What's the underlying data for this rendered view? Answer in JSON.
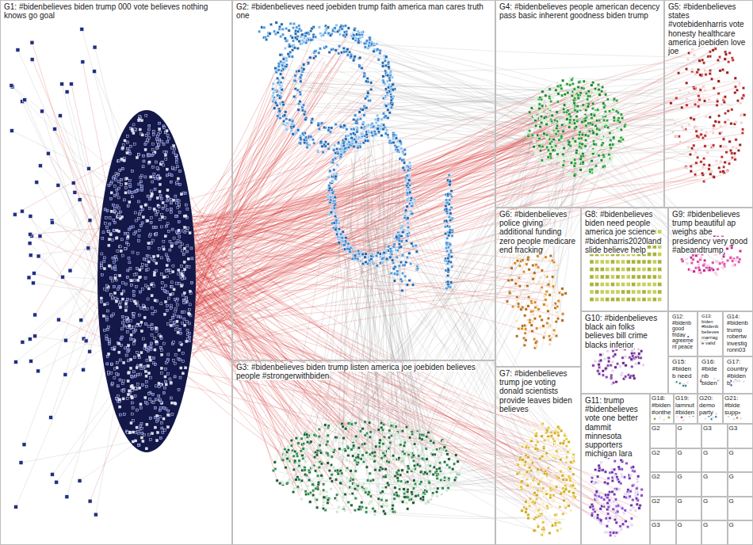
{
  "diagram": {
    "nodes": [
      {
        "text": [
          "G1: #bidenbelieves biden trump 000 vote believes nothing knows go goal"
        ]
      },
      {
        "text": [
          "G2: #bidenbelieves need joebiden trump faith america man cares truth one"
        ]
      },
      {
        "text": [
          "G4: #bidenbelieves people american decency pass basic inherent goodness biden trump"
        ]
      },
      {
        "text": [
          "G5: #bidenbelieves states #votebidenharris vote honesty healthcare america joebiden love joe"
        ]
      },
      {
        "text": [
          "G6: #bidenbelieves police giving additional funding zero people medicare end fracking"
        ]
      },
      {
        "text": [
          "G8: #bidenbelieves biden need people america joe science #bidenharris2020landslide believe help"
        ]
      },
      {
        "text": [
          "G9: #bidenbelieves trump beautiful ap weighs abe presidency very good #abeandtrump"
        ]
      },
      {
        "text": [
          "G10: #bidenbelieves black ain folks believes bill crime blacks inferior"
        ]
      },
      {
        "text": [
          "G12: #bidenb good friday agreement peace"
        ]
      },
      {
        "text": [
          "G13: biden #bidenb believes marriage valid"
        ]
      },
      {
        "text": [
          "G14: #bidenb trump robertw investig ronn03"
        ]
      },
      {
        "text": [
          "G15: #bidenb need"
        ]
      },
      {
        "text": [
          "G16: #bidenb biden"
        ]
      },
      {
        "text": [
          "G17: country #bidenb"
        ]
      },
      {
        "text": [
          "G3: #bidenbelieves biden trump listen america joe joebiden believes people #strongerwithbiden"
        ]
      },
      {
        "text": [
          "G7: #bidenbelieves trump joe voting donald scientists provide leaves biden believes"
        ]
      },
      {
        "text": [
          "G11: trump #bidenbelieves vote one better dammit minnesota supporters michigan lara"
        ]
      },
      {
        "text": [
          "G18: #biden #onthe"
        ]
      },
      {
        "text": [
          "G19: lamnut #biden"
        ]
      },
      {
        "text": [
          "G20: demo party"
        ]
      },
      {
        "text": [
          "G21: #bide supp"
        ]
      },
      {
        "text": [
          "G2"
        ]
      },
      {
        "text": [
          "G"
        ]
      },
      {
        "text": [
          "G3"
        ]
      },
      {
        "text": [
          "G3"
        ]
      },
      {
        "text": [
          "G2"
        ]
      },
      {
        "text": [
          "G"
        ]
      },
      {
        "text": [
          "G"
        ]
      },
      {
        "text": [
          "G"
        ]
      },
      {
        "text": [
          "G2"
        ]
      },
      {
        "text": [
          "G"
        ]
      },
      {
        "text": [
          "G"
        ]
      },
      {
        "text": [
          "G"
        ]
      },
      {
        "text": [
          "G2"
        ]
      },
      {
        "text": [
          "G"
        ]
      },
      {
        "text": [
          "G"
        ]
      },
      {
        "text": [
          "G"
        ]
      },
      {
        "text": [
          "G3"
        ]
      },
      {
        "text": [
          "G"
        ]
      },
      {
        "text": [
          "G"
        ]
      },
      {
        "text": [
          "G"
        ]
      }
    ]
  }
}
